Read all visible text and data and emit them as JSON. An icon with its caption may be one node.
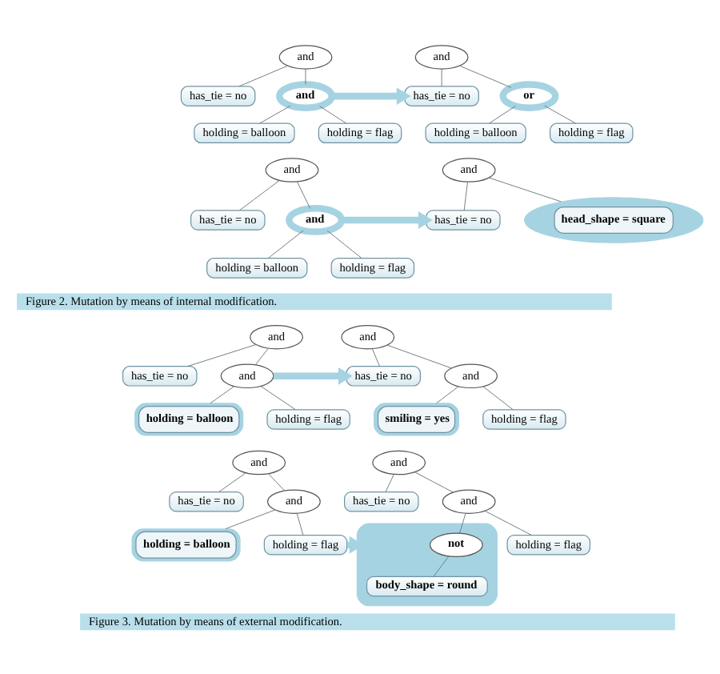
{
  "diagram": {
    "nodes": [
      {
        "text": [
          "and"
        ]
      },
      {
        "text": [
          "has_tie = no"
        ]
      },
      {
        "text": [
          "and"
        ]
      },
      {
        "text": [
          "holding = balloon"
        ]
      },
      {
        "text": [
          "holding = flag"
        ]
      },
      {
        "text": [
          "and"
        ]
      },
      {
        "text": [
          "has_tie = no"
        ]
      },
      {
        "text": [
          "or"
        ]
      },
      {
        "text": [
          "holding = balloon"
        ]
      },
      {
        "text": [
          "holding = flag"
        ]
      },
      {
        "text": [
          "and"
        ]
      },
      {
        "text": [
          "has_tie = no"
        ]
      },
      {
        "text": [
          "and"
        ]
      },
      {
        "text": [
          "holding = balloon"
        ]
      },
      {
        "text": [
          "holding = flag"
        ]
      },
      {
        "text": [
          "and"
        ]
      },
      {
        "text": [
          "has_tie = no"
        ]
      },
      {
        "text": [
          "head_shape = square"
        ]
      },
      {
        "text": [
          "and"
        ]
      },
      {
        "text": [
          "has_tie = no"
        ]
      },
      {
        "text": [
          "and"
        ]
      },
      {
        "text": [
          "holding = balloon"
        ]
      },
      {
        "text": [
          "holding = flag"
        ]
      },
      {
        "text": [
          "and"
        ]
      },
      {
        "text": [
          "has_tie = no"
        ]
      },
      {
        "text": [
          "and"
        ]
      },
      {
        "text": [
          "smiling = yes"
        ]
      },
      {
        "text": [
          "holding = flag"
        ]
      },
      {
        "text": [
          "and"
        ]
      },
      {
        "text": [
          "has_tie = no"
        ]
      },
      {
        "text": [
          "and"
        ]
      },
      {
        "text": [
          "holding = balloon"
        ]
      },
      {
        "text": [
          "holding = flag"
        ]
      },
      {
        "text": [
          "and"
        ]
      },
      {
        "text": [
          "has_tie = no"
        ]
      },
      {
        "text": [
          "and"
        ]
      },
      {
        "text": [],
        "shape": "box"
      },
      {
        "text": [
          "not"
        ],
        "in": 36
      },
      {
        "text": [
          "body_shape = round"
        ],
        "in": 36
      },
      {
        "text": [
          "holding = flag"
        ]
      }
    ],
    "edges": [
      {
        "from": 0,
        "to": 1,
        "arrow": "none"
      },
      {
        "from": 0,
        "to": 2,
        "arrow": "none"
      },
      {
        "from": 2,
        "to": 3,
        "arrow": "none"
      },
      {
        "from": 2,
        "to": 4,
        "arrow": "none"
      },
      {
        "from": 5,
        "to": 6,
        "arrow": "none"
      },
      {
        "from": 5,
        "to": 7,
        "arrow": "none"
      },
      {
        "from": 7,
        "to": 8,
        "arrow": "none"
      },
      {
        "from": 7,
        "to": 9,
        "arrow": "none"
      },
      {
        "from": 2,
        "to": 6,
        "arrow": "to",
        "style": "thick",
        "color": "#a6d3e1"
      },
      {
        "from": 10,
        "to": 11,
        "arrow": "none"
      },
      {
        "from": 10,
        "to": 12,
        "arrow": "none"
      },
      {
        "from": 12,
        "to": 13,
        "arrow": "none"
      },
      {
        "from": 12,
        "to": 14,
        "arrow": "none"
      },
      {
        "from": 15,
        "to": 16,
        "arrow": "none"
      },
      {
        "from": 15,
        "to": 17,
        "arrow": "none"
      },
      {
        "from": 12,
        "to": 16,
        "arrow": "to",
        "style": "thick",
        "color": "#a6d3e1"
      },
      {
        "from": 18,
        "to": 19,
        "arrow": "none"
      },
      {
        "from": 18,
        "to": 20,
        "arrow": "none"
      },
      {
        "from": 20,
        "to": 21,
        "arrow": "none"
      },
      {
        "from": 20,
        "to": 22,
        "arrow": "none"
      },
      {
        "from": 23,
        "to": 24,
        "arrow": "none"
      },
      {
        "from": 23,
        "to": 25,
        "arrow": "none"
      },
      {
        "from": 25,
        "to": 26,
        "arrow": "none"
      },
      {
        "from": 25,
        "to": 27,
        "arrow": "none"
      },
      {
        "from": 20,
        "to": 24,
        "arrow": "to",
        "style": "thick",
        "color": "#a6d3e1"
      },
      {
        "from": 28,
        "to": 29,
        "arrow": "none"
      },
      {
        "from": 28,
        "to": 30,
        "arrow": "none"
      },
      {
        "from": 30,
        "to": 31,
        "arrow": "none"
      },
      {
        "from": 30,
        "to": 32,
        "arrow": "none"
      },
      {
        "from": 33,
        "to": 34,
        "arrow": "none"
      },
      {
        "from": 33,
        "to": 35,
        "arrow": "none"
      },
      {
        "from": 35,
        "to": 37,
        "arrow": "none"
      },
      {
        "from": 35,
        "to": 39,
        "arrow": "none"
      },
      {
        "from": 37,
        "to": 38,
        "arrow": "none"
      },
      {
        "from": 32,
        "to": 36,
        "arrow": "to",
        "style": "thick",
        "color": "#a6d3e1"
      }
    ],
    "labels": [
      "Figure 2. Mutation by means of internal modification.",
      "Figure 3. Mutation by means of external modification."
    ]
  }
}
